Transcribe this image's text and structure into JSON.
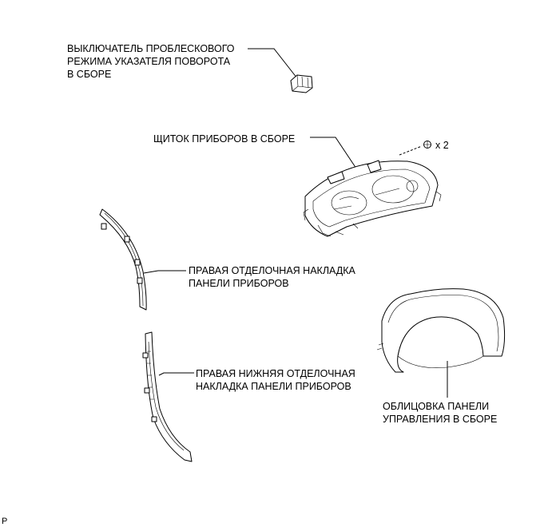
{
  "labels": {
    "turn_switch": "ВЫКЛЮЧАТЕЛЬ ПРОБЛЕСКОВОГО\nРЕЖИМА УКАЗАТЕЛЯ ПОВОРОТА\nВ СБОРЕ",
    "cluster": "ЩИТОК ПРИБОРОВ В СБОРЕ",
    "screw_qty": "x 2",
    "right_trim": "ПРАВАЯ ОТДЕЛОЧНАЯ НАКЛАДКА\nПАНЕЛИ ПРИБОРОВ",
    "right_lower_trim": "ПРАВАЯ НИЖНЯЯ ОТДЕЛОЧНАЯ\nНАКЛАДКА ПАНЕЛИ ПРИБОРОВ",
    "finish_panel": "ОБЛИЦОВКА ПАНЕЛИ\nУПРАВЛЕНИЯ В СБОРЕ",
    "corner_code": "P"
  }
}
